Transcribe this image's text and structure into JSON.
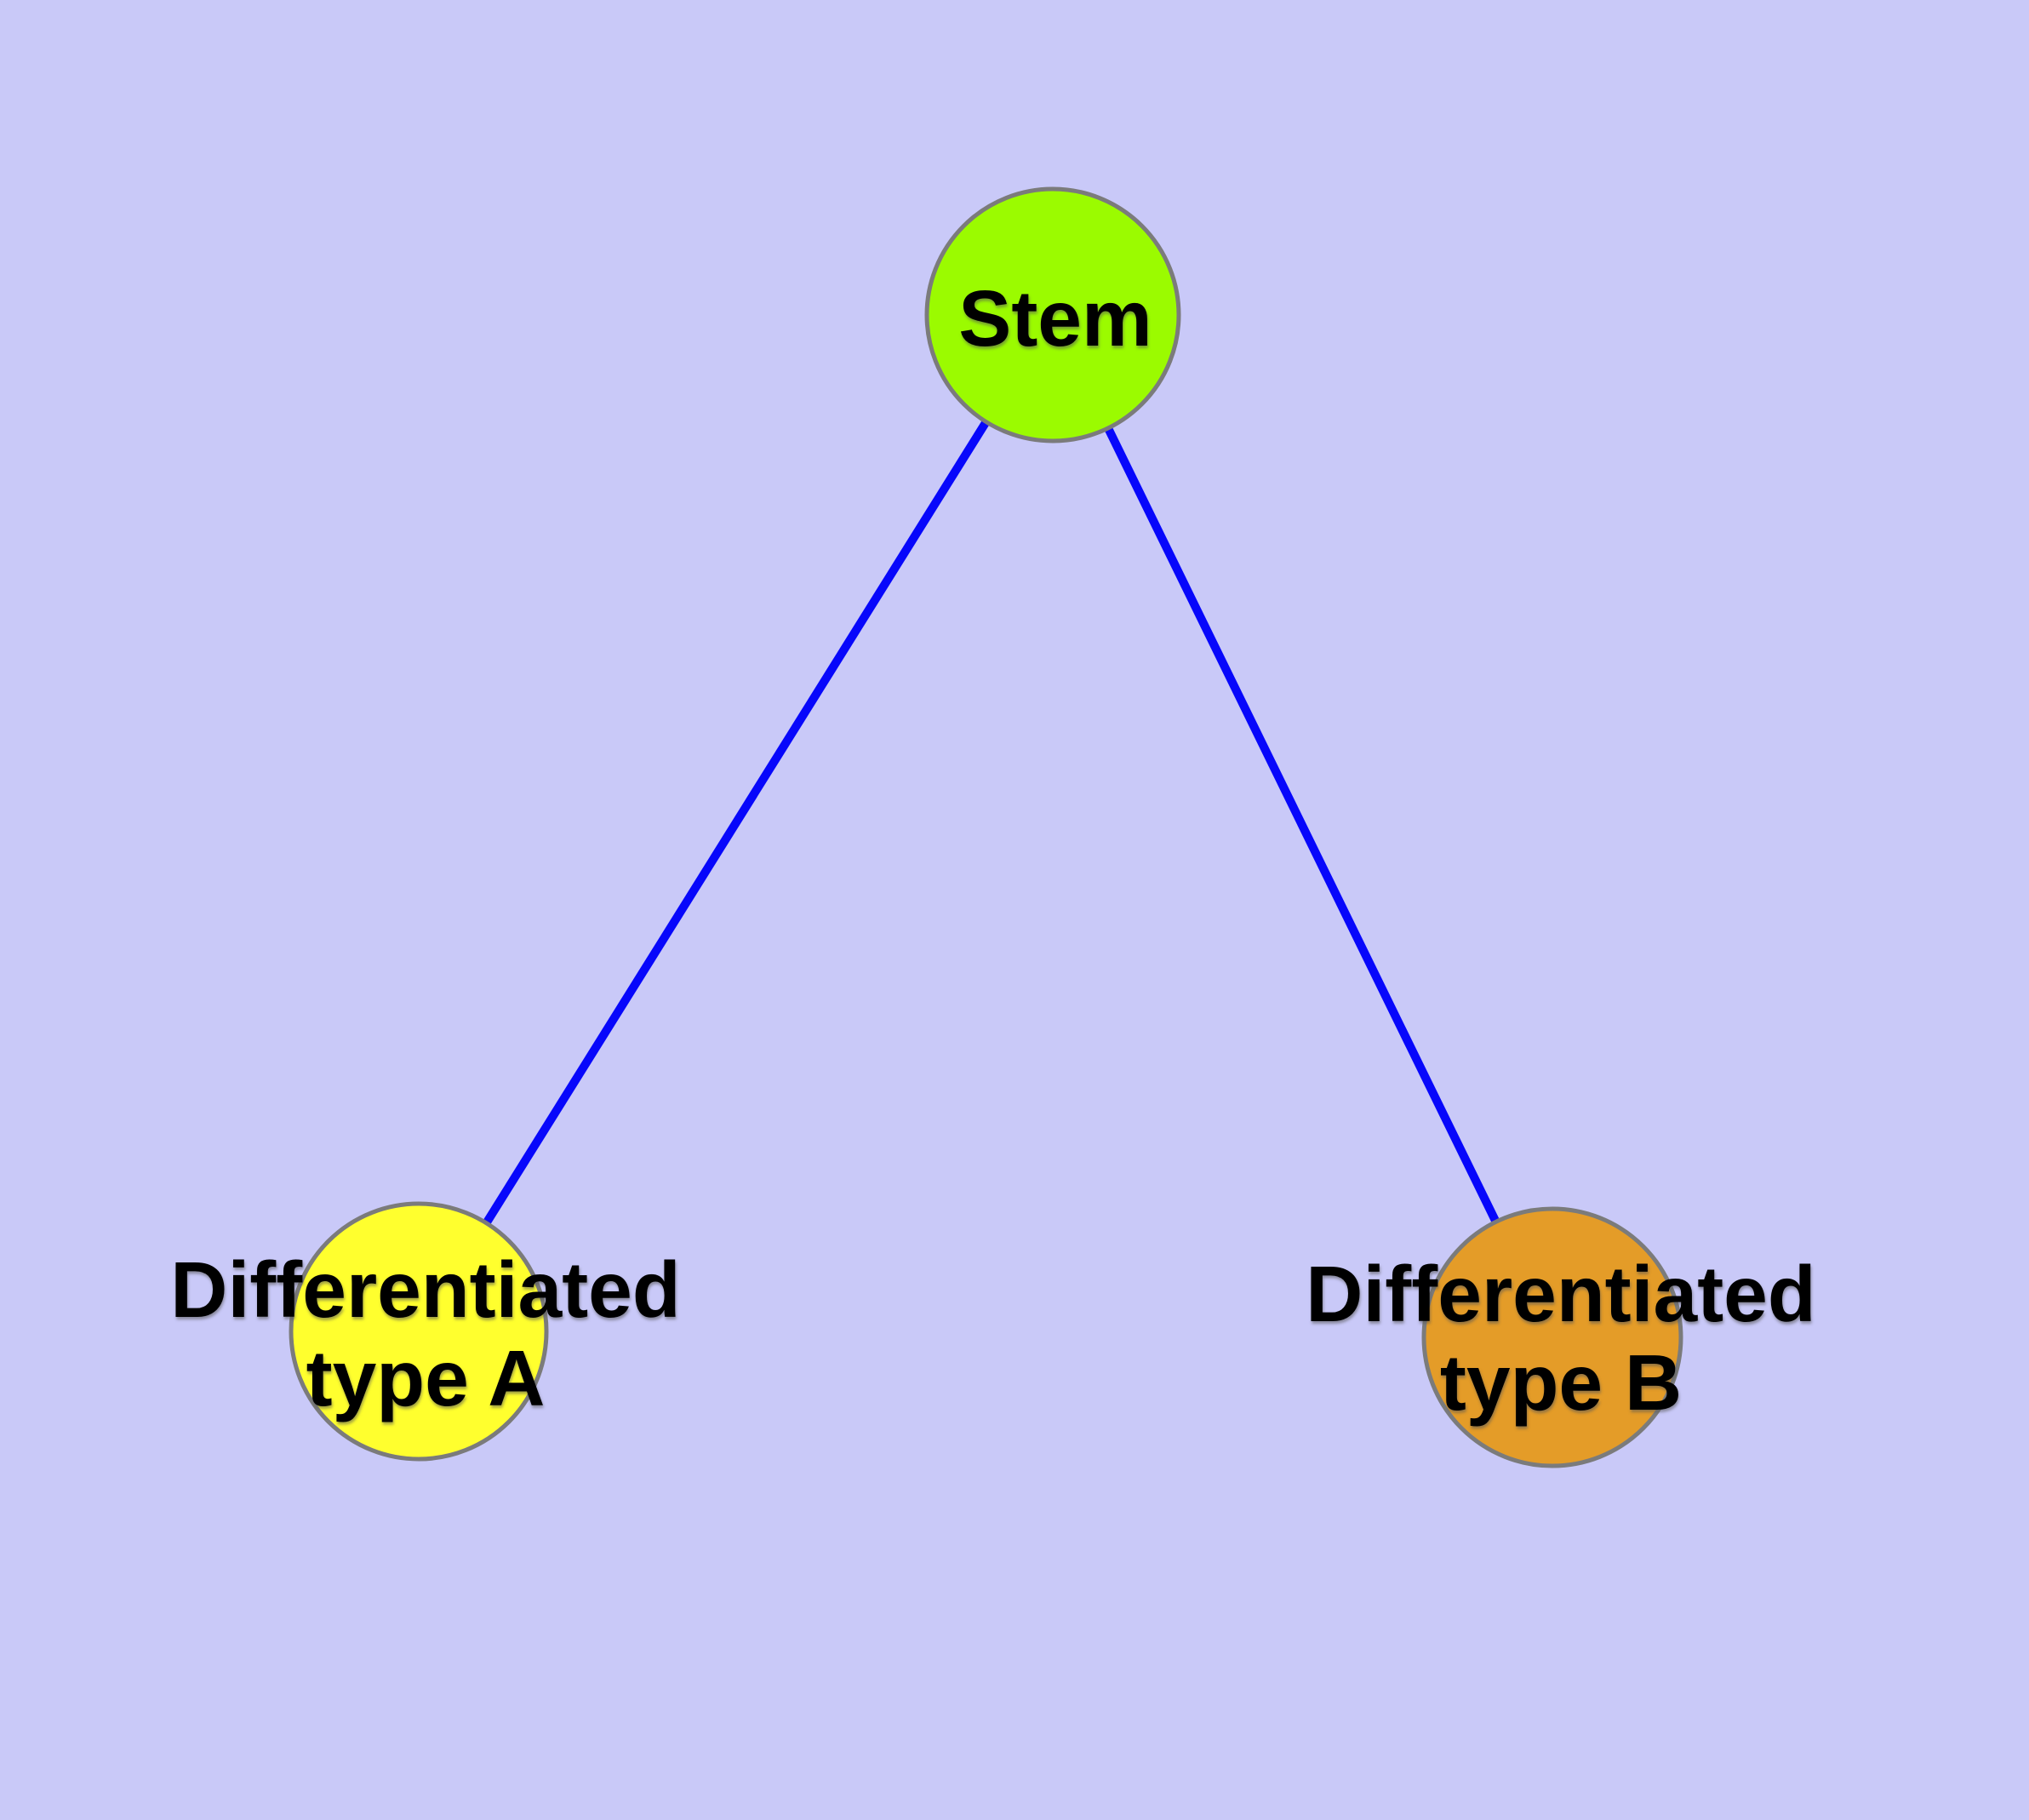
{
  "diagram": {
    "title": "",
    "background_color": "#C9C9F8",
    "edge_color": "#0707FB",
    "node_border_color": "#7B7B7B",
    "label_color": "#000000",
    "nodes": [
      {
        "id": "stem",
        "label": "Stem",
        "fill": "#9BFB00"
      },
      {
        "id": "type-a",
        "label": "Differentiated\ntype A",
        "fill": "#FFFF2E"
      },
      {
        "id": "type-b",
        "label": "Differentiated\ntype B",
        "fill": "#E49C28"
      }
    ],
    "edges": [
      {
        "from": "stem",
        "to": "type-a"
      },
      {
        "from": "stem",
        "to": "type-b"
      }
    ]
  }
}
